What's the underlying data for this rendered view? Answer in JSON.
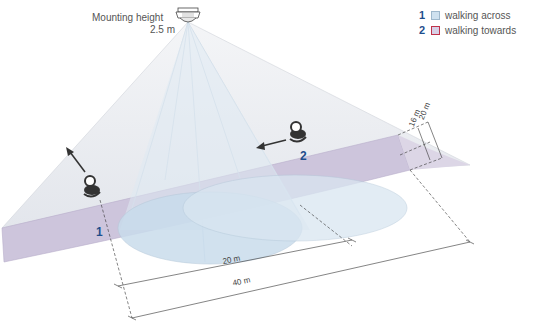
{
  "diagram": {
    "labels": [
      "Mounting height",
      "2.5 m",
      "1",
      "2",
      "20 m",
      "16 m",
      "20 m",
      "40 m",
      "2",
      "1"
    ],
    "legend": [
      {
        "text": "walking across",
        "color": "#cfe1ef"
      },
      {
        "text": "walking towards",
        "color": "#d8d0e6"
      }
    ]
  }
}
